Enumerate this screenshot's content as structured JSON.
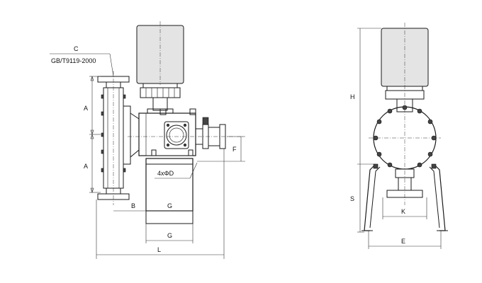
{
  "labels": {
    "c": "C",
    "standard": "GB/T9119-2000",
    "a_top": "A",
    "a_bottom": "A",
    "b": "B",
    "g_upper": "G",
    "g_lower": "G",
    "l": "L",
    "f": "F",
    "holes": "4xΦD",
    "h": "H",
    "s": "S",
    "k": "K",
    "e": "E"
  }
}
